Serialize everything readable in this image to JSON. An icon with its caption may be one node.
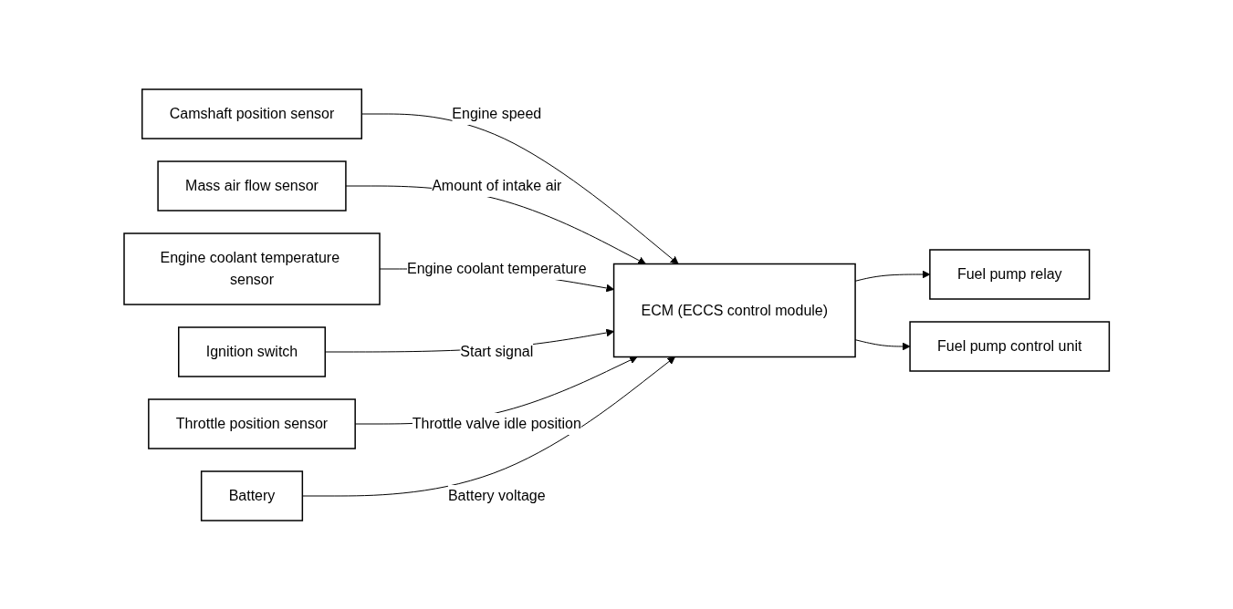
{
  "diagram": {
    "nodes": [
      {
        "text": [
          "Camshaft position sensor"
        ]
      },
      {
        "text": [
          "Mass air flow sensor"
        ]
      },
      {
        "text": [
          "Engine coolant temperature sensor"
        ]
      },
      {
        "text": [
          "Ignition switch"
        ]
      },
      {
        "text": [
          "Throttle position sensor"
        ]
      },
      {
        "text": [
          "Battery"
        ]
      },
      {
        "text": [
          "ECM (ECCS control module)"
        ]
      },
      {
        "text": [
          "Fuel pump relay"
        ]
      },
      {
        "text": [
          "Fuel pump control unit"
        ]
      }
    ],
    "edges": [
      {
        "from": 0,
        "to": 6,
        "arrow": "to",
        "label": "Engine speed"
      },
      {
        "from": 1,
        "to": 6,
        "arrow": "to",
        "label": "Amount of intake air"
      },
      {
        "from": 2,
        "to": 6,
        "arrow": "to",
        "label": "Engine coolant temperature"
      },
      {
        "from": 3,
        "to": 6,
        "arrow": "to",
        "label": "Start signal"
      },
      {
        "from": 4,
        "to": 6,
        "arrow": "to",
        "label": "Throttle valve idle position"
      },
      {
        "from": 5,
        "to": 6,
        "arrow": "to",
        "label": "Battery voltage"
      },
      {
        "from": 6,
        "to": 7,
        "arrow": "to"
      },
      {
        "from": 6,
        "to": 8,
        "arrow": "to"
      }
    ]
  }
}
